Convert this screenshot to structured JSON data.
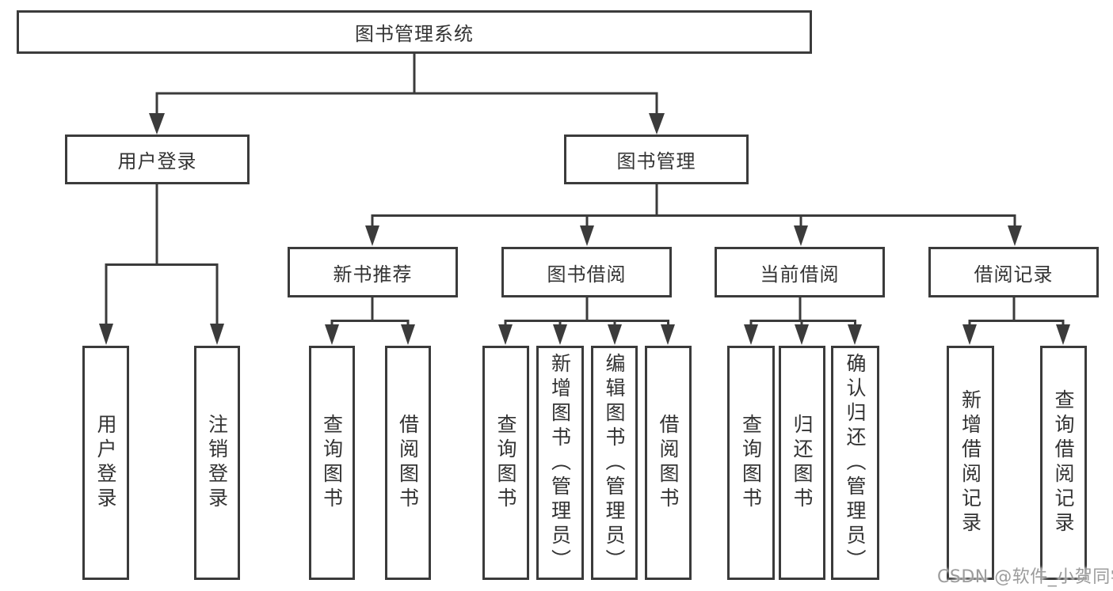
{
  "diagram_title": "图书管理系统",
  "watermark": {
    "text": "CSDN @软件_小贺同学"
  },
  "colors": {
    "line": "#3b3b3b",
    "text": "#333333",
    "background": "#ffffff",
    "watermark": "#9c9c9c"
  },
  "tree": {
    "label": "图书管理系统",
    "children": [
      {
        "label": "用户登录",
        "children": [
          {
            "label": "用户登录"
          },
          {
            "label": "注销登录"
          }
        ]
      },
      {
        "label": "图书管理",
        "children": [
          {
            "label": "新书推荐",
            "children": [
              {
                "label": "查询图书"
              },
              {
                "label": "借阅图书"
              }
            ]
          },
          {
            "label": "图书借阅",
            "children": [
              {
                "label": "查询图书"
              },
              {
                "label": "新增图书（管理员）"
              },
              {
                "label": "编辑图书（管理员）"
              },
              {
                "label": "借阅图书"
              }
            ]
          },
          {
            "label": "当前借阅",
            "children": [
              {
                "label": "查询图书"
              },
              {
                "label": "归还图书"
              },
              {
                "label": "确认归还（管理员）"
              }
            ]
          },
          {
            "label": "借阅记录",
            "children": [
              {
                "label": "新增借阅记录"
              },
              {
                "label": "查询借阅记录"
              }
            ]
          }
        ]
      }
    ]
  }
}
